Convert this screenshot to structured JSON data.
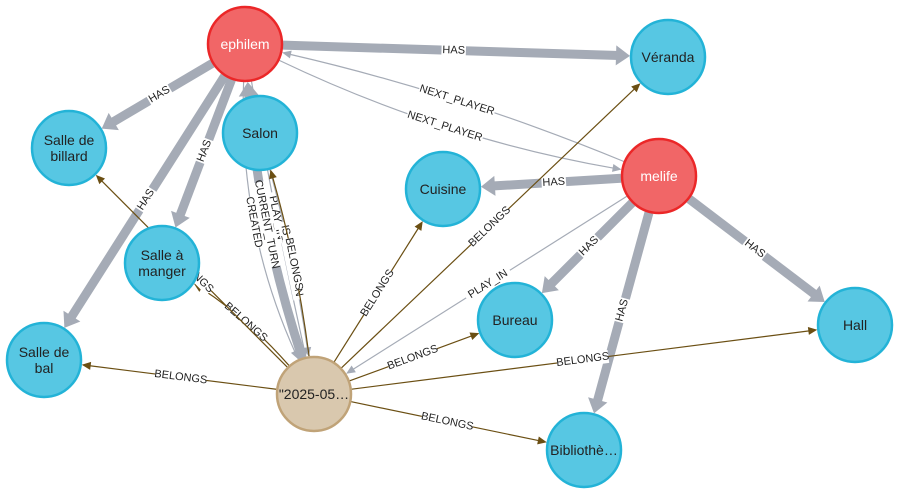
{
  "graph": {
    "colors": {
      "room": "#57c7e3",
      "room_border": "#23b3d7",
      "player": "#f16667",
      "player_border": "#eb2728",
      "game": "#d9c8ae",
      "game_border": "#c0a378",
      "has_edge": "#a5abb6",
      "belongs_edge": "#6b4f13",
      "thin_edge": "#a5abb6",
      "label_text": "#222222"
    },
    "nodes": [
      {
        "id": "ephilem",
        "label": "ephilem",
        "type": "player"
      },
      {
        "id": "melife",
        "label": "melife",
        "type": "player"
      },
      {
        "id": "game",
        "label": "\"2025-05…",
        "type": "game"
      },
      {
        "id": "veranda",
        "label": "Véranda",
        "type": "room"
      },
      {
        "id": "billard",
        "label": "Salle de\nbillard",
        "type": "room"
      },
      {
        "id": "salon",
        "label": "Salon",
        "type": "room"
      },
      {
        "id": "cuisine",
        "label": "Cuisine",
        "type": "room"
      },
      {
        "id": "manger",
        "label": "Salle à\nmanger",
        "type": "room"
      },
      {
        "id": "bal",
        "label": "Salle de\nbal",
        "type": "room"
      },
      {
        "id": "bureau",
        "label": "Bureau",
        "type": "room"
      },
      {
        "id": "hall",
        "label": "Hall",
        "type": "room"
      },
      {
        "id": "biblio",
        "label": "Bibliothè…",
        "type": "room"
      }
    ],
    "edges": [
      {
        "from": "ephilem",
        "to": "veranda",
        "label": "HAS",
        "kind": "has"
      },
      {
        "from": "ephilem",
        "to": "billard",
        "label": "HAS",
        "kind": "has"
      },
      {
        "from": "ephilem",
        "to": "manger",
        "label": "HAS",
        "kind": "has"
      },
      {
        "from": "ephilem",
        "to": "bal",
        "label": "HAS",
        "kind": "has"
      },
      {
        "from": "ephilem",
        "to": "melife",
        "label": "NEXT_PLAYER",
        "kind": "thin"
      },
      {
        "from": "melife",
        "to": "ephilem",
        "label": "NEXT_PLAYER",
        "kind": "thin"
      },
      {
        "from": "melife",
        "to": "cuisine",
        "label": "HAS",
        "kind": "has"
      },
      {
        "from": "melife",
        "to": "bureau",
        "label": "HAS",
        "kind": "has"
      },
      {
        "from": "melife",
        "to": "hall",
        "label": "HAS",
        "kind": "has"
      },
      {
        "from": "melife",
        "to": "biblio",
        "label": "HAS",
        "kind": "has"
      },
      {
        "from": "melife",
        "to": "game",
        "label": "PLAY_IN",
        "kind": "thin"
      },
      {
        "from": "ephilem",
        "to": "game",
        "label": "CREATED",
        "kind": "thin"
      },
      {
        "from": "ephilem",
        "to": "game",
        "label": "PLAY_IN",
        "kind": "thin"
      },
      {
        "from": "salon",
        "to": "game",
        "label": "IS_SOLUTION",
        "kind": "thin"
      },
      {
        "from": "game",
        "to": "ephilem",
        "label": "CURRENT_TURN",
        "kind": "has"
      },
      {
        "from": "game",
        "to": "salon",
        "label": "BELONGS",
        "kind": "belongs"
      },
      {
        "from": "game",
        "to": "cuisine",
        "label": "BELONGS",
        "kind": "belongs"
      },
      {
        "from": "game",
        "to": "veranda",
        "label": "BELONGS",
        "kind": "belongs"
      },
      {
        "from": "game",
        "to": "bureau",
        "label": "BELONGS",
        "kind": "belongs"
      },
      {
        "from": "game",
        "to": "hall",
        "label": "BELONGS",
        "kind": "belongs"
      },
      {
        "from": "game",
        "to": "biblio",
        "label": "BELONGS",
        "kind": "belongs"
      },
      {
        "from": "game",
        "to": "bal",
        "label": "BELONGS",
        "kind": "belongs"
      },
      {
        "from": "game",
        "to": "manger",
        "label": "BELONGS",
        "kind": "belongs"
      },
      {
        "from": "game",
        "to": "billard",
        "label": "BELONGS",
        "kind": "belongs"
      }
    ]
  }
}
